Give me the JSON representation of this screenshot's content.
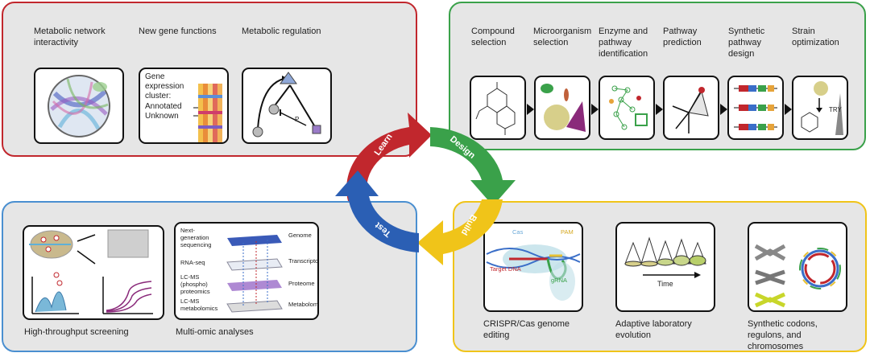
{
  "cycle": {
    "learn": "Learn",
    "design": "Design",
    "build": "Build",
    "test": "Test",
    "colors": {
      "learn": "#c1272d",
      "design": "#3aa14a",
      "build": "#f0c419",
      "test": "#2b5fb4"
    }
  },
  "learn_panel": {
    "items": [
      {
        "label": "Metabolic network interactivity"
      },
      {
        "label": "New gene functions"
      },
      {
        "label": "Metabolic regulation"
      }
    ],
    "gene_cluster": {
      "title": "Gene expression cluster:",
      "annotated": "Annotated",
      "unknown": "Unknown"
    },
    "regulation_symbol": "P"
  },
  "design_panel": {
    "items": [
      {
        "label": "Compound selection"
      },
      {
        "label": "Microorganism selection"
      },
      {
        "label": "Enzyme and pathway identification"
      },
      {
        "label": "Pathway prediction"
      },
      {
        "label": "Synthetic pathway design"
      },
      {
        "label": "Strain optimization"
      }
    ],
    "strain_text": "TRY"
  },
  "test_panel": {
    "items": [
      {
        "label": "High-throughput screening"
      },
      {
        "label": "Multi-omic analyses"
      }
    ],
    "omics": {
      "methods": [
        "Next-generation sequencing",
        "RNA-seq",
        "LC-MS (phospho) proteomics",
        "LC-MS metabolomics"
      ],
      "layers": [
        "Genome",
        "Transcriptome",
        "Proteome",
        "Metabolome"
      ]
    }
  },
  "build_panel": {
    "items": [
      {
        "label": "CRISPR/Cas genome editing"
      },
      {
        "label": "Adaptive laboratory evolution"
      },
      {
        "label": "Synthetic codons, regulons, and chromosomes"
      }
    ],
    "crispr": {
      "cas": "Cas",
      "pam": "PAM",
      "target": "Target DNA",
      "grna": "gRNA"
    },
    "ale_axis": "Time"
  }
}
